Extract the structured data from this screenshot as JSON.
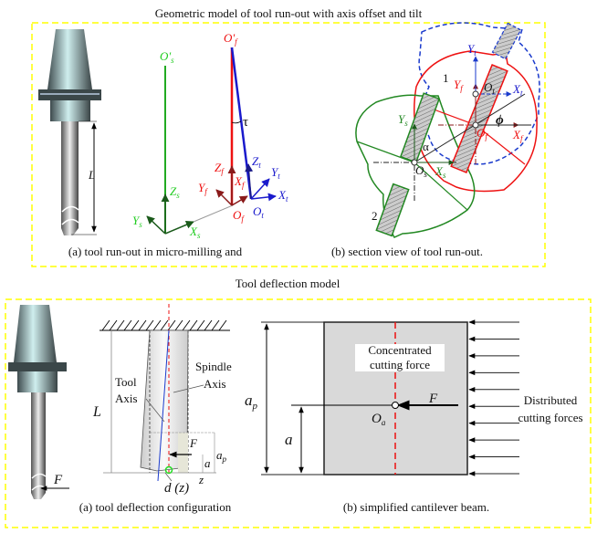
{
  "top": {
    "title": "Geometric model of tool run-out with axis offset and tilt",
    "caption_a": "(a) tool run-out in micro-milling and",
    "caption_b": "(b) section view of tool run-out.",
    "labels": {
      "L": "L",
      "Os_prime": {
        "base": "O'",
        "sub": "s"
      },
      "Of_prime": {
        "base": "O'",
        "sub": "f"
      },
      "tau": "τ",
      "Zs": {
        "base": "Z",
        "sub": "s"
      },
      "Ys": {
        "base": "Y",
        "sub": "s"
      },
      "Xs": {
        "base": "X",
        "sub": "s"
      },
      "Zf": {
        "base": "Z",
        "sub": "f"
      },
      "Yf": {
        "base": "Y",
        "sub": "f"
      },
      "Xf": {
        "base": "X",
        "sub": "f"
      },
      "Of": {
        "base": "O",
        "sub": "f"
      },
      "Zt": {
        "base": "Z",
        "sub": "t"
      },
      "Yt": {
        "base": "Y",
        "sub": "t"
      },
      "Xt": {
        "base": "X",
        "sub": "t"
      },
      "Ot": {
        "base": "O",
        "sub": "t"
      }
    },
    "section": {
      "Yt": {
        "base": "Y",
        "sub": "t"
      },
      "Xt": {
        "base": "X",
        "sub": "t"
      },
      "Ot": {
        "base": "O",
        "sub": "t"
      },
      "Yf": {
        "base": "Y",
        "sub": "f"
      },
      "Xf": {
        "base": "X",
        "sub": "f"
      },
      "Of": {
        "base": "O",
        "sub": "f"
      },
      "Ys": {
        "base": "Y",
        "sub": "s"
      },
      "Xs": {
        "base": "X",
        "sub": "s"
      },
      "Os": {
        "base": "O",
        "sub": "s"
      },
      "phi": "ϕ",
      "alpha": "α",
      "n1": "1",
      "n2": "2"
    }
  },
  "bottom": {
    "title": "Tool deflection model",
    "caption_a": "(a) tool deflection configuration",
    "caption_b": "(b) simplified cantilever beam.",
    "labels": {
      "F_left": "F",
      "L": "L",
      "tool_axis": [
        "Tool",
        "Axis"
      ],
      "spindle_axis": [
        "Spindle",
        "Axis"
      ],
      "F": "F",
      "ap": {
        "base": "a",
        "sub": "p"
      },
      "a": "a",
      "z": "z",
      "dz": "d (z)"
    },
    "beam": {
      "concentrated": [
        "Concentrated",
        "cutting force"
      ],
      "ap": {
        "base": "a",
        "sub": "p"
      },
      "a": "a",
      "F": "F",
      "Oa": {
        "base": "O",
        "sub": "a"
      },
      "distributed": [
        "Distributed",
        "cutting forces"
      ]
    }
  },
  "colors": {
    "frame": "#ffff00",
    "spindle": "#22aa22",
    "tool": "#1a1acc",
    "fixture": "#ee1111"
  }
}
